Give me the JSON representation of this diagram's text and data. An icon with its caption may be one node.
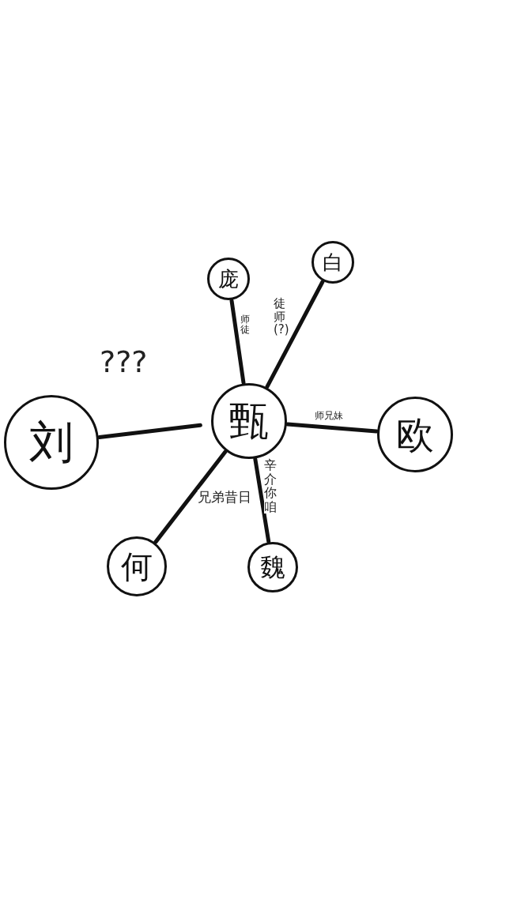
{
  "diagram": {
    "nodes": [
      {
        "text": [
          "甄"
        ]
      },
      {
        "text": [
          "庞"
        ]
      },
      {
        "text": [
          "白"
        ]
      },
      {
        "text": [
          "欧"
        ]
      },
      {
        "text": [
          "魏"
        ]
      },
      {
        "text": [
          "何"
        ]
      },
      {
        "text": [
          "刘"
        ]
      }
    ],
    "edges": [
      {
        "from": 0,
        "to": 1,
        "arrow": "none",
        "label": "师徒"
      },
      {
        "from": 0,
        "to": 2,
        "arrow": "none",
        "label": "徒师(?)"
      },
      {
        "from": 0,
        "to": 3,
        "arrow": "none",
        "label": "师兄妹"
      },
      {
        "from": 0,
        "to": 4,
        "arrow": "none",
        "label": "辛介你咱"
      },
      {
        "from": 0,
        "to": 5,
        "arrow": "none",
        "label": "兄弟昔日"
      },
      {
        "from": 0,
        "to": 6,
        "arrow": "none",
        "label": "???"
      }
    ]
  }
}
